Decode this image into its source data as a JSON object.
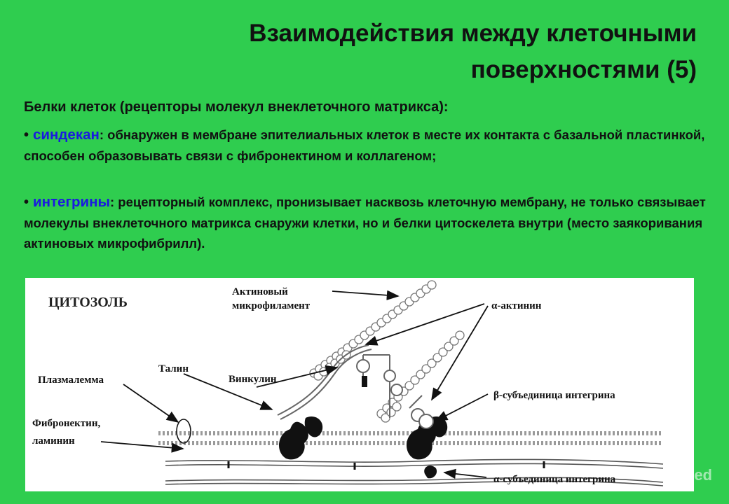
{
  "slide": {
    "title_line1": "Взаимодействия между клеточными",
    "title_line2": "поверхностями (5)",
    "subtitle": "Белки клеток (рецепторы молекул внеклеточного матрикса):",
    "bullets": [
      {
        "term": "синдекан",
        "text": ": обнаружен в мембране эпителиальных клеток в месте их контакта с базальной пластинкой, способен образовывать связи с фибронектином и коллагеном;"
      },
      {
        "term": "интегрины",
        "text": ": рецепторный комплекс, пронизывает насквозь клеточную мембрану, не только связывает молекулы внеклеточного матрикса снаружи клетки, но и белки цитоскелета внутри (место заякоривания актиновых микрофибрилл)."
      }
    ],
    "term_color": "#1a1ae0",
    "background_color": "#2fcd4f"
  },
  "diagram": {
    "labels": {
      "cytosol": "ЦИТОЗОЛЬ",
      "actin_line1": "Актиновый",
      "actin_line2": "микрофиламент",
      "alpha_actinin": "α-актинин",
      "talin": "Талин",
      "vinculin": "Винкулин",
      "plasmalemma": "Плазмалемма",
      "beta_subunit": "β-субъединица интегрина",
      "fibronectin_line1": "Фибронектин,",
      "fibronectin_line2": "ламинин",
      "alpha_subunit": "α-субъединица интегрина"
    }
  },
  "watermark": "Shared"
}
